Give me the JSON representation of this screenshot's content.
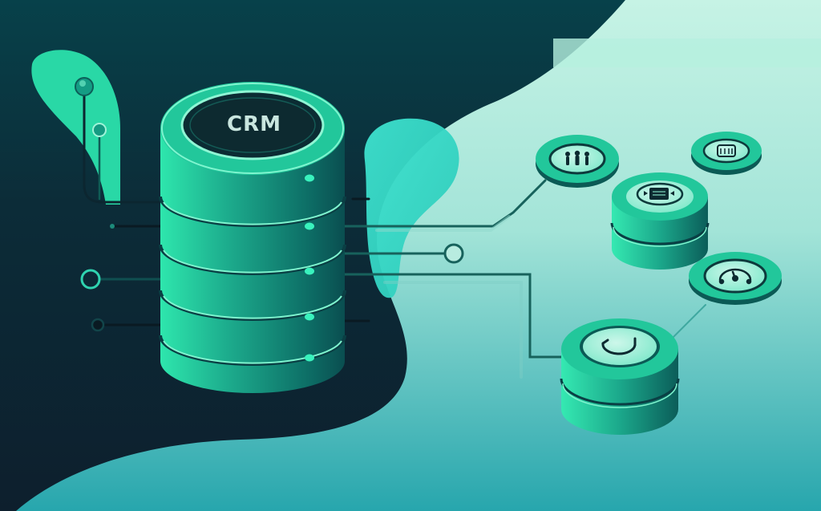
{
  "illustration": {
    "subject": "CRM database connected to integration nodes",
    "central_database": {
      "label": "CRM",
      "tiers": 5,
      "indicator_lights": 5
    },
    "satellite_nodes": [
      {
        "id": "node-people",
        "icon": "people-icon",
        "kind": "disc"
      },
      {
        "id": "node-calendar",
        "icon": "calendar-icon",
        "kind": "disc"
      },
      {
        "id": "node-document",
        "icon": "document-sync-icon",
        "kind": "stacked-cylinder",
        "tiers": 2
      },
      {
        "id": "node-gauge",
        "icon": "gauge-icon",
        "kind": "disc"
      },
      {
        "id": "node-sync",
        "icon": "sync-arrow-icon",
        "kind": "stacked-cylinder",
        "tiers": 2
      }
    ],
    "connector_nodes": {
      "left": [
        "filled-dot",
        "ring-dot",
        "small-dot",
        "ring",
        "ring-dark"
      ],
      "right": [
        "ring"
      ]
    }
  },
  "colors": {
    "dark_navy": "#0d1f2d",
    "deep_teal": "#073f48",
    "mint_light": "#c6f2e4",
    "teal_bottom": "#2aa8ae",
    "accent_green": "#2ee0a6",
    "cylinder_mid": "#1fa58a",
    "cylinder_dark": "#0b5f5a",
    "highlight": "#7ff5cf",
    "blob_aqua": "#37dccb"
  }
}
